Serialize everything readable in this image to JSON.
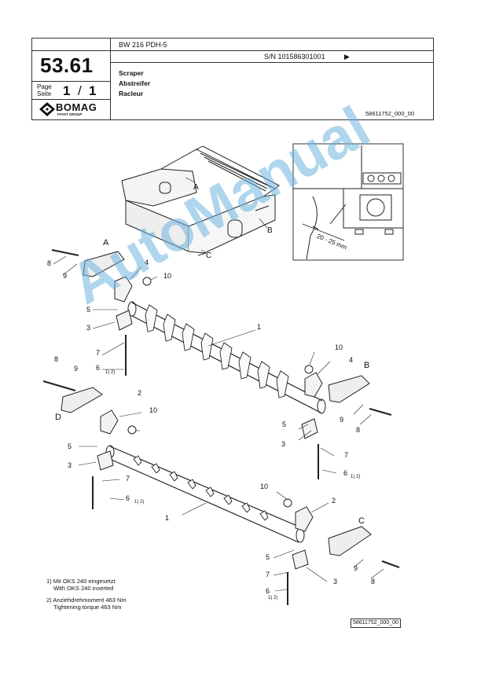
{
  "header": {
    "page_code": "53.61",
    "model": "BW 216 PDH-5",
    "serial": "S/N 101586301001",
    "page_label_de": "Seite",
    "page_label_en": "Page",
    "page_number": "1",
    "page_sep": "/",
    "page_total": "1",
    "title_en": "Scraper",
    "title_de": "Abstreifer",
    "title_fr": "Racleur",
    "drawing_no": "58611752_000_00",
    "brand": "BOMAG",
    "brand_sub": "FAYAT GROUP"
  },
  "detail": {
    "dimension": "20 - 25 mm"
  },
  "overview_labels": [
    "A",
    "B",
    "C"
  ],
  "callouts": {
    "n1a": "1",
    "n1b": "1",
    "n2a": "2",
    "n2b": "2",
    "n3a": "3",
    "n3b": "3",
    "n3c": "3",
    "n3d": "3",
    "n4a": "4",
    "n4b": "4",
    "n5a": "5",
    "n5b": "5",
    "n5c": "5",
    "n5d": "5",
    "n6a": "6",
    "n6b": "6",
    "n6c": "6",
    "n6d": "6",
    "n7a": "7",
    "n7b": "7",
    "n7c": "7",
    "n7d": "7",
    "n8a": "8",
    "n8b": "8",
    "n8c": "8",
    "n8d": "8",
    "n9a": "9",
    "n9b": "9",
    "n9c": "9",
    "n9d": "9",
    "n10a": "10",
    "n10b": "10",
    "n10c": "10",
    "n10d": "10",
    "fn": "1) 2)",
    "lA": "A",
    "lB": "B",
    "lC": "C",
    "lD": "D"
  },
  "footnotes": {
    "f1_de": "1) Mit OKS 240 eingesetzt",
    "f1_en": "With OKS 240 inserted",
    "f2_de": "2) Anziehdrehmoment 463 Nm",
    "f2_en": "Tightening torque 463 Nm"
  },
  "bottom_drawing_no": "58611752_000_00",
  "watermark": "AutoManual"
}
